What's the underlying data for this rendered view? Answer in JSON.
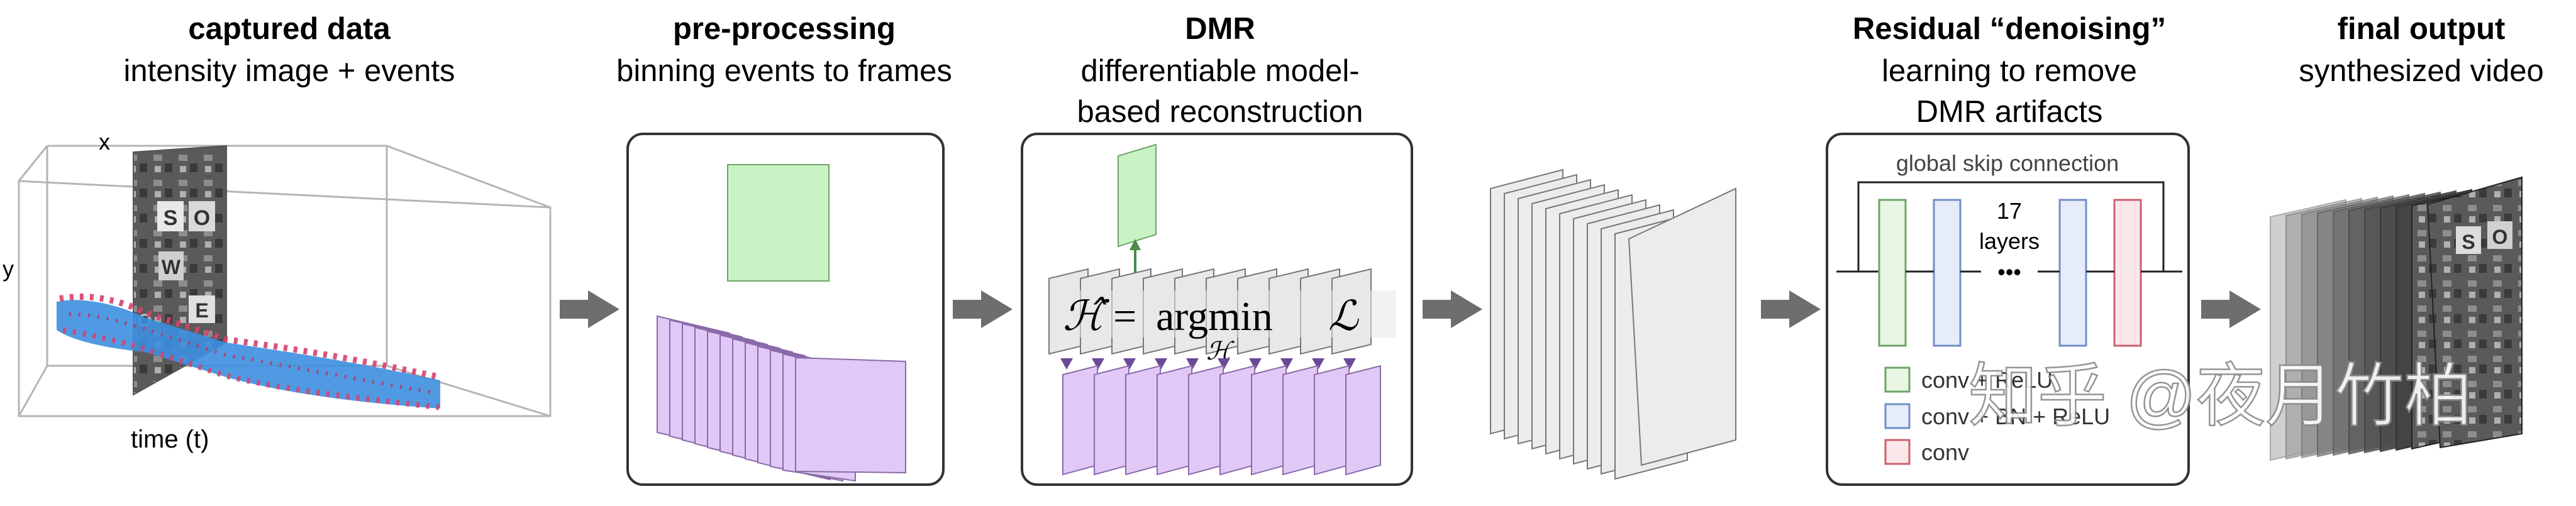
{
  "stages": [
    {
      "title": "captured data",
      "sub1": "intensity image + events",
      "sub2": ""
    },
    {
      "title": "pre-processing",
      "sub1": "binning events to frames",
      "sub2": ""
    },
    {
      "title": "DMR",
      "sub1": "differentiable model-",
      "sub2": "based reconstruction"
    },
    {
      "title": "Residual “denoising”",
      "sub1": "learning to remove",
      "sub2": "DMR artifacts"
    },
    {
      "title": "final output",
      "sub1": "synthesized video",
      "sub2": ""
    }
  ],
  "capture": {
    "axis_x": "x",
    "axis_y": "y",
    "axis_t": "time (t)",
    "scene_letters": [
      "S",
      "O",
      "W",
      "E",
      "O"
    ]
  },
  "dmr": {
    "eq_lhs": "ℋ̂",
    "eq_eq": "=",
    "eq_op": "argmin",
    "eq_loss": "ℒ",
    "eq_sub": "ℋ"
  },
  "network": {
    "skip_label": "global skip connection",
    "layers_num": "17",
    "layers_word": "layers",
    "dots": "•••",
    "legend": [
      {
        "label": "conv + ReLU",
        "color": "#9bcf8f"
      },
      {
        "label": "conv + BN + ReLU",
        "color": "#7f9fd3"
      },
      {
        "label": "conv",
        "color": "#d87a85"
      }
    ]
  },
  "watermark": "知乎 @夜月竹柏"
}
